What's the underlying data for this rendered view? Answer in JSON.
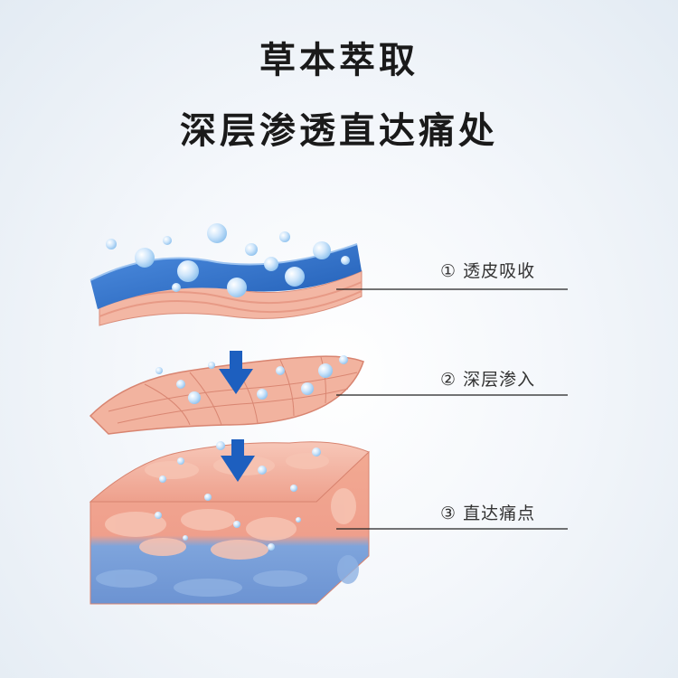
{
  "title": {
    "line1": "草本萃取",
    "line2": "深层渗透直达痛处"
  },
  "layers": [
    {
      "label": "① 透皮吸收",
      "name": "skin-surface-layer"
    },
    {
      "label": "② 深层渗入",
      "name": "dermis-mesh-layer"
    },
    {
      "label": "③ 直达痛点",
      "name": "tissue-block-layer"
    }
  ],
  "icons": [
    "down-arrow-icon",
    "down-arrow-icon"
  ],
  "colors": {
    "blue_layer": "#2f6fc4",
    "skin_pink": "#f2b8a6",
    "tissue_pink": "#f0a896",
    "deep_blue": "#6e9ad6",
    "arrow_blue": "#1d5fbf",
    "leader_line": "#222222"
  }
}
